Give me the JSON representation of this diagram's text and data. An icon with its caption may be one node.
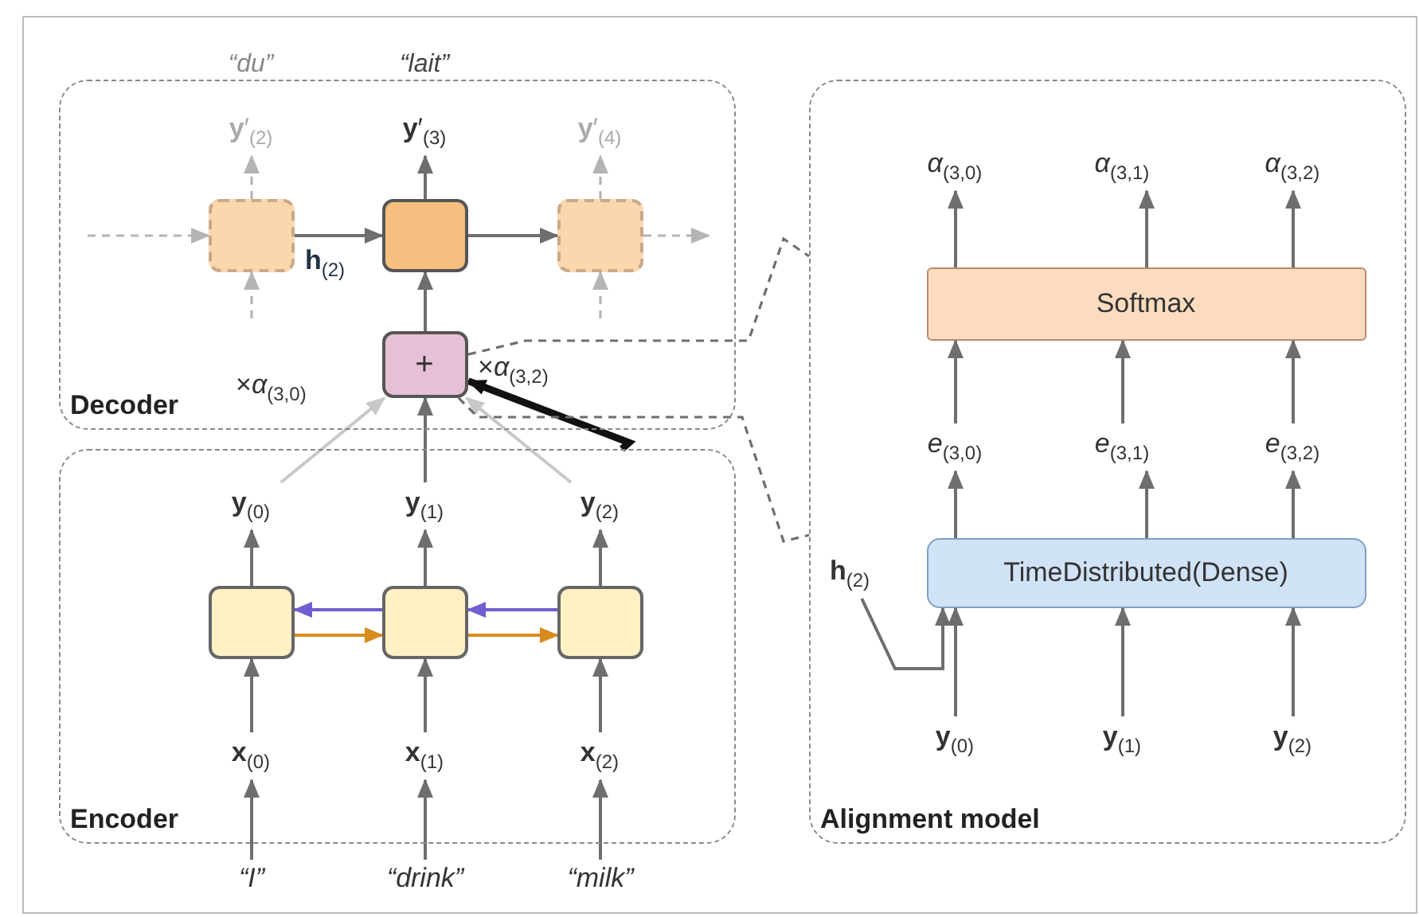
{
  "diagram": {
    "nodes": [
      {
        "text": [
          "Decoder"
        ]
      },
      {
        "text": [],
        "shape": "box",
        "in": 0
      },
      {
        "text": [],
        "shape": "box",
        "in": 0
      },
      {
        "text": [],
        "shape": "box",
        "in": 0
      },
      {
        "text": [
          "**y**′$_{(2)}$"
        ],
        "in": 0,
        "beside": [
          "“du”"
        ]
      },
      {
        "text": [
          "**y**′$_{(3)}$"
        ],
        "in": 0,
        "beside": [
          "“lait”"
        ]
      },
      {
        "text": [
          "**y**′$_{(4)}$"
        ],
        "in": 0
      },
      {
        "text": [
          "+"
        ],
        "in": 0
      },
      {
        "text": [
          "Encoder"
        ]
      },
      {
        "text": [],
        "shape": "box",
        "in": 8
      },
      {
        "text": [],
        "shape": "box",
        "in": 8
      },
      {
        "text": [],
        "shape": "box",
        "in": 8
      },
      {
        "text": [
          "**y**$_{(0)}$"
        ],
        "in": 8
      },
      {
        "text": [
          "**y**$_{(1)}$"
        ],
        "in": 8
      },
      {
        "text": [
          "**y**$_{(2)}$"
        ],
        "in": 8
      },
      {
        "text": [
          "**x**$_{(0)}$"
        ],
        "in": 8
      },
      {
        "text": [
          "**x**$_{(1)}$"
        ],
        "in": 8
      },
      {
        "text": [
          "**x**$_{(2)}$"
        ],
        "in": 8
      },
      {
        "text": [
          "“I”"
        ]
      },
      {
        "text": [
          "“drink”"
        ]
      },
      {
        "text": [
          "“milk”"
        ]
      },
      {
        "text": [
          "Alignment model"
        ]
      },
      {
        "text": [
          "*α*$_{(3,0)}$"
        ],
        "in": 21
      },
      {
        "text": [
          "*α*$_{(3,1)}$"
        ],
        "in": 21
      },
      {
        "text": [
          "*α*$_{(3,2)}$"
        ],
        "in": 21
      },
      {
        "text": [
          "Softmax"
        ],
        "in": 21
      },
      {
        "text": [
          "*e*$_{(3,0)}$"
        ],
        "in": 21
      },
      {
        "text": [
          "*e*$_{(3,1)}$"
        ],
        "in": 21
      },
      {
        "text": [
          "*e*$_{(3,2)}$"
        ],
        "in": 21
      },
      {
        "text": [
          "TimeDistributed(Dense)"
        ],
        "in": 21
      },
      {
        "text": [
          "**h**$_{(2)}$"
        ],
        "in": 21
      },
      {
        "text": [
          "**y**$_{(0)}$"
        ],
        "in": 21
      },
      {
        "text": [
          "**y**$_{(1)}$"
        ],
        "in": 21
      },
      {
        "text": [
          "**y**$_{(2)}$"
        ],
        "in": 21
      }
    ],
    "edges": [
      {
        "from": null,
        "to": 1,
        "arrow": "to",
        "style": "dashed",
        "color": "#b4b4b4"
      },
      {
        "from": 1,
        "to": 2,
        "arrow": "to",
        "label": "**h**$_{(2)}$"
      },
      {
        "from": 2,
        "to": 3,
        "arrow": "to"
      },
      {
        "from": 3,
        "to": null,
        "arrow": "to",
        "style": "dashed",
        "color": "#b4b4b4"
      },
      {
        "from": null,
        "to": 1,
        "arrow": "to",
        "style": "dashed",
        "color": "#b4b4b4"
      },
      {
        "from": null,
        "to": 3,
        "arrow": "to",
        "style": "dashed",
        "color": "#b4b4b4"
      },
      {
        "from": 1,
        "to": 4,
        "arrow": "to",
        "style": "dashed",
        "color": "#b4b4b4"
      },
      {
        "from": 2,
        "to": 5,
        "arrow": "to"
      },
      {
        "from": 3,
        "to": 6,
        "arrow": "to",
        "style": "dashed",
        "color": "#b4b4b4"
      },
      {
        "from": 7,
        "to": 2,
        "arrow": "to"
      },
      {
        "from": 13,
        "to": 7,
        "arrow": "to"
      },
      {
        "from": 12,
        "to": 7,
        "arrow": "to",
        "color": "#c8c8c8"
      },
      {
        "from": 14,
        "to": 7,
        "arrow": "to",
        "color": "#c8c8c8"
      },
      {
        "from": 8,
        "to": 7,
        "arrow": "to",
        "style": "thick",
        "color": "#111111"
      },
      {
        "from": 7,
        "to": 21,
        "arrow": "none",
        "style": "dashed"
      },
      {
        "from": 7,
        "to": 21,
        "arrow": "none",
        "style": "dashed"
      },
      {
        "from": 18,
        "to": 15,
        "arrow": "to"
      },
      {
        "from": 19,
        "to": 16,
        "arrow": "to"
      },
      {
        "from": 20,
        "to": 17,
        "arrow": "to"
      },
      {
        "from": 15,
        "to": 9,
        "arrow": "to"
      },
      {
        "from": 16,
        "to": 10,
        "arrow": "to"
      },
      {
        "from": 17,
        "to": 11,
        "arrow": "to"
      },
      {
        "from": 9,
        "to": 12,
        "arrow": "to"
      },
      {
        "from": 10,
        "to": 13,
        "arrow": "to"
      },
      {
        "from": 11,
        "to": 14,
        "arrow": "to"
      },
      {
        "from": 9,
        "to": 10,
        "arrow": "to",
        "color": "#d98c1e"
      },
      {
        "from": 10,
        "to": 11,
        "arrow": "to",
        "color": "#d98c1e"
      },
      {
        "from": 10,
        "to": 9,
        "arrow": "to",
        "color": "#6f5fd0"
      },
      {
        "from": 11,
        "to": 10,
        "arrow": "to",
        "color": "#6f5fd0"
      },
      {
        "from": 31,
        "to": 29,
        "arrow": "to"
      },
      {
        "from": 32,
        "to": 29,
        "arrow": "to"
      },
      {
        "from": 33,
        "to": 29,
        "arrow": "to"
      },
      {
        "from": 30,
        "to": 29,
        "arrow": "to"
      },
      {
        "from": 29,
        "to": 26,
        "arrow": "to"
      },
      {
        "from": 29,
        "to": 27,
        "arrow": "to"
      },
      {
        "from": 29,
        "to": 28,
        "arrow": "to"
      },
      {
        "from": 26,
        "to": 25,
        "arrow": "to"
      },
      {
        "from": 27,
        "to": 25,
        "arrow": "to"
      },
      {
        "from": 28,
        "to": 25,
        "arrow": "to"
      },
      {
        "from": 25,
        "to": 22,
        "arrow": "to"
      },
      {
        "from": 25,
        "to": 23,
        "arrow": "to"
      },
      {
        "from": 25,
        "to": 24,
        "arrow": "to"
      }
    ],
    "labels": [
      "×*α*$_{(3,0)}$",
      "×*α*$_{(3,2)}$"
    ]
  }
}
